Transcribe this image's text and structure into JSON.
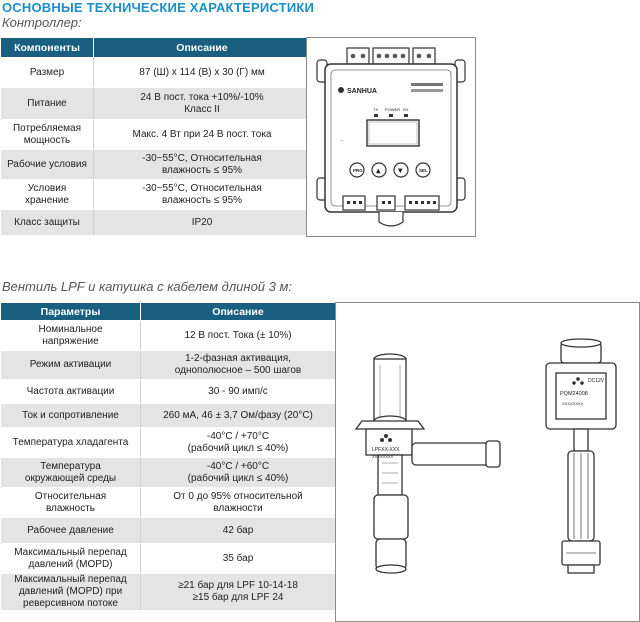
{
  "header": {
    "title": "ОСНОВНЫЕ ТЕХНИЧЕСКИЕ ХАРАКТЕРИСТИКИ",
    "controller_subtitle": "Контроллер:",
    "valve_subtitle": "Вентиль LPF и катушка с кабелем длиной 3 м:"
  },
  "controller_table": {
    "headers": [
      "Компоненты",
      "Описание"
    ],
    "rows": [
      {
        "name": "Размер",
        "value": "87 (Ш) x 114 (В) x 30 (Г) мм"
      },
      {
        "name": "Питание",
        "value": "24 В пост. тока +10%/-10%\nКласс II"
      },
      {
        "name": "Потребляемая\nмощность",
        "value": "Макс. 4 Вт при 24 В пост. тока"
      },
      {
        "name": "Рабочие условия",
        "value": "-30~55°С, Относительная\nвлажность ≤ 95%"
      },
      {
        "name": "Условия хранение",
        "value": "-30~55°С, Относительная\nвлажность ≤ 95%"
      },
      {
        "name": "Класс защиты",
        "value": "IP20"
      }
    ]
  },
  "controller_device": {
    "brand": "SANHUA",
    "indicator_labels": [
      "TX",
      "POWER",
      "RX"
    ],
    "button_labels": [
      "PRG",
      "▲",
      "▼",
      "SEL"
    ]
  },
  "valve_table": {
    "headers": [
      "Параметры",
      "Описание"
    ],
    "rows": [
      {
        "name": "Номинальное\nнапряжение",
        "value": "12 В пост. Тока (± 10%)"
      },
      {
        "name": "Режим активации",
        "value": "1-2-фазная активация,\nоднополюсное – 500 шагов"
      },
      {
        "name": "Частота активации",
        "value": "30 - 90 имп/с"
      },
      {
        "name": "Ток и сопротивление",
        "value": "260 мА, 46 ± 3,7 Ом/фазу (20°С)"
      },
      {
        "name": "Температура хладагента",
        "value": "-40°С / +70°С\n(рабочий цикл ≤ 40%)"
      },
      {
        "name": "Температура\nокружающей среды",
        "value": "-40°С / +60°С\n(рабочий цикл ≤ 40%)"
      },
      {
        "name": "Относительная\nвлажность",
        "value": "От 0 до 95% относительной\nвлажности"
      },
      {
        "name": "Рабочее давление",
        "value": "42 бар"
      },
      {
        "name": "Максимальный перепад\nдавлений (MOPD)",
        "value": "35 бар"
      },
      {
        "name": "Максимальный перепад\nдавлений (MOPD) при\nреверсивном потоке",
        "value": "≥21 бар для LPF 10-14-18\n≥15 бар для LPF 24"
      }
    ]
  },
  "valve_image": {
    "valve_label": "LPFXX-XXX",
    "valve_serial": "XXXXXXXX",
    "coil_voltage": "DC12V",
    "coil_model": "PQM24008",
    "coil_serial": "XXXXXXXX"
  }
}
